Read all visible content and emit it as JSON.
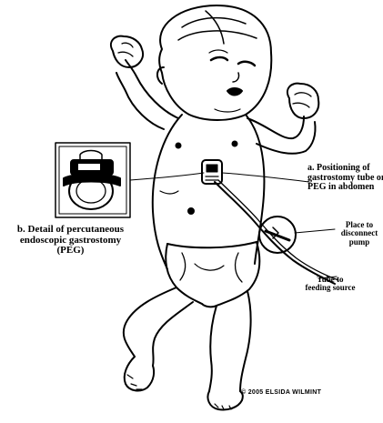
{
  "labels": {
    "a_lines": [
      "a. Positioning of",
      "gastrostomy tube or",
      "PEG in abdomen"
    ],
    "b_lines": [
      "b. Detail of percutaneous",
      "endoscopic gastrostomy",
      "(PEG)"
    ],
    "place_lines": [
      "Place to",
      "disconnect",
      "pump"
    ],
    "tube_lines": [
      "Tube to",
      "feeding source"
    ]
  },
  "credit": "© 2005 ELSIDA WILMINT"
}
